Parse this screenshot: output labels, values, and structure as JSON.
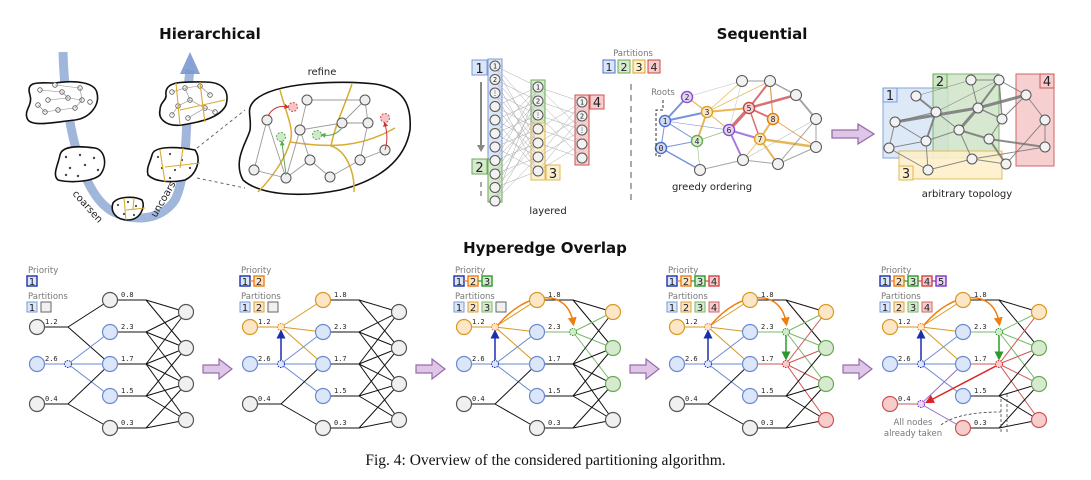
{
  "figure": {
    "caption": "Fig. 4: Overview of the considered partitioning algorithm."
  },
  "hierarchical": {
    "title": "Hierarchical",
    "refine_label": "refine",
    "coarsen_label": "coarsen",
    "uncoarsen_label": "uncoarsen"
  },
  "sequential": {
    "title": "Sequential",
    "partitions_label": "Partitions",
    "partitions": [
      "1",
      "2",
      "3",
      "4"
    ],
    "layered_label": "layered",
    "greedy_label": "greedy ordering",
    "roots_label": "Roots",
    "arbitrary_label": "arbitrary topology",
    "layered_groups": [
      "1",
      "2",
      "3",
      "4"
    ],
    "greedy_order": [
      "0",
      "1",
      "2",
      "3",
      "4",
      "5",
      "6",
      "7",
      "8"
    ],
    "arbitrary_groups": [
      "1",
      "2",
      "3",
      "4"
    ]
  },
  "hyperedge": {
    "title": "Hyperedge Overlap",
    "priority_label": "Priority",
    "partitions_label": "Partitions",
    "note": [
      "All nodes",
      "already taken"
    ],
    "weights_left": [
      "1.2",
      "2.6",
      "0.4"
    ],
    "weights_right_first": [
      "0.8",
      "2.3",
      "1.7",
      "1.5",
      "0.3"
    ],
    "weights_right": [
      "1.8",
      "2.3",
      "1.7",
      "1.5",
      "0.3"
    ],
    "steps": [
      {
        "priority": [
          "1"
        ],
        "partitions": [
          "1",
          ""
        ]
      },
      {
        "priority": [
          "1",
          "2"
        ],
        "partitions": [
          "1",
          "2",
          ""
        ]
      },
      {
        "priority": [
          "1",
          "2",
          "3"
        ],
        "partitions": [
          "1",
          "2",
          "3",
          ""
        ]
      },
      {
        "priority": [
          "1",
          "2",
          "3",
          "4"
        ],
        "partitions": [
          "1",
          "2",
          "3",
          "4"
        ]
      },
      {
        "priority": [
          "1",
          "2",
          "3",
          "4",
          "5"
        ],
        "partitions": [
          "1",
          "2",
          "3",
          "4"
        ]
      }
    ]
  },
  "colors": {
    "blue": "#4a6fd0",
    "blue_fill": "#dbe7f8",
    "orange": "#e0a020",
    "orange_fill": "#fde6c8",
    "green": "#6aaa55",
    "green_fill": "#d6ead0",
    "red": "#cc4444",
    "red_fill": "#f6cccc",
    "purple": "#8a4fd0",
    "gray_fill": "#f0f0f0",
    "arrow_fill": "#c9a6d6",
    "coarsen_band": "#8fa9d4"
  }
}
